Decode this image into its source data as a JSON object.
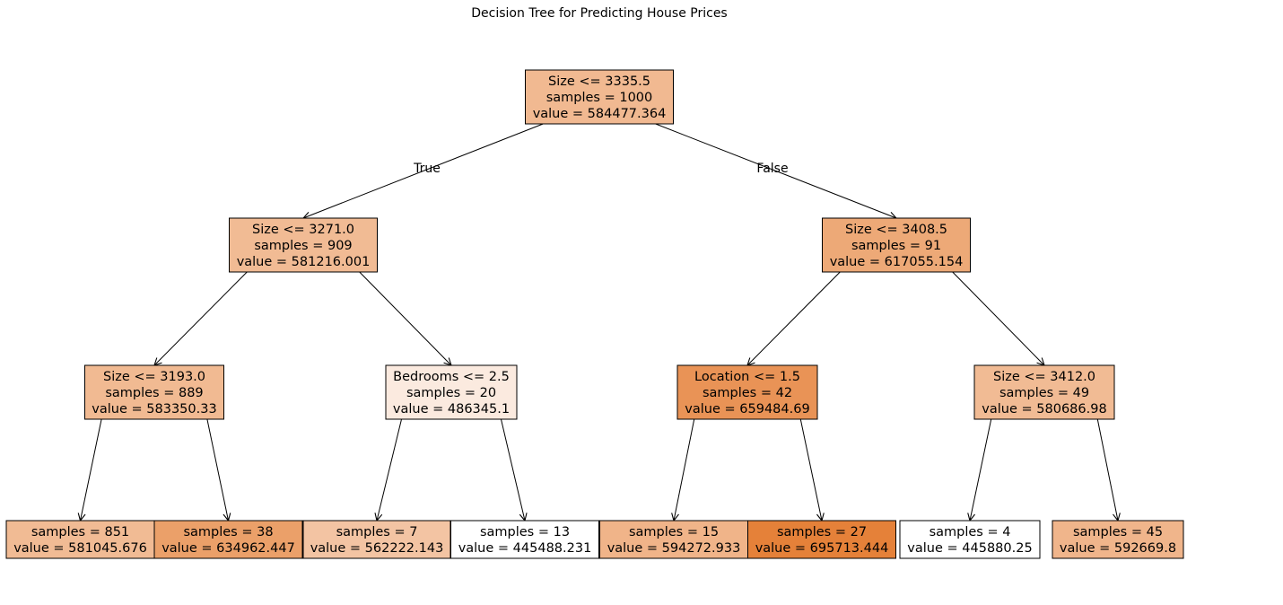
{
  "title": "Decision Tree for Predicting House Prices",
  "edge_labels": {
    "true": "True",
    "false": "False"
  },
  "colors": {
    "node_border": "#000000",
    "edge": "#000000",
    "fill_min": "#ffffff",
    "fill_max": "#e58139"
  },
  "nodes": [
    {
      "id": "n0",
      "lines": [
        "Size <= 3335.5",
        "samples = 1000",
        "value = 584477.364"
      ],
      "value": 584477.364
    },
    {
      "id": "n1",
      "lines": [
        "Size <= 3271.0",
        "samples = 909",
        "value = 581216.001"
      ],
      "value": 581216.001
    },
    {
      "id": "n2",
      "lines": [
        "Size <= 3408.5",
        "samples = 91",
        "value = 617055.154"
      ],
      "value": 617055.154
    },
    {
      "id": "n3",
      "lines": [
        "Size <= 3193.0",
        "samples = 889",
        "value = 583350.33"
      ],
      "value": 583350.33
    },
    {
      "id": "n4",
      "lines": [
        "Bedrooms <= 2.5",
        "samples = 20",
        "value = 486345.1"
      ],
      "value": 486345.1
    },
    {
      "id": "n5",
      "lines": [
        "Location <= 1.5",
        "samples = 42",
        "value = 659484.69"
      ],
      "value": 659484.69
    },
    {
      "id": "n6",
      "lines": [
        "Size <= 3412.0",
        "samples = 49",
        "value = 580686.98"
      ],
      "value": 580686.98
    },
    {
      "id": "n7",
      "lines": [
        "samples = 851",
        "value = 581045.676"
      ],
      "value": 581045.676
    },
    {
      "id": "n8",
      "lines": [
        "samples = 38",
        "value = 634962.447"
      ],
      "value": 634962.447
    },
    {
      "id": "n9",
      "lines": [
        "samples = 7",
        "value = 562222.143"
      ],
      "value": 562222.143
    },
    {
      "id": "n10",
      "lines": [
        "samples = 13",
        "value = 445488.231"
      ],
      "value": 445488.231
    },
    {
      "id": "n11",
      "lines": [
        "samples = 15",
        "value = 594272.933"
      ],
      "value": 594272.933
    },
    {
      "id": "n12",
      "lines": [
        "samples = 27",
        "value = 695713.444"
      ],
      "value": 695713.444
    },
    {
      "id": "n13",
      "lines": [
        "samples = 4",
        "value = 445880.25"
      ],
      "value": 445880.25
    },
    {
      "id": "n14",
      "lines": [
        "samples = 45",
        "value = 592669.8"
      ],
      "value": 592669.8
    }
  ],
  "edges": [
    {
      "from": "n0",
      "to": "n1"
    },
    {
      "from": "n0",
      "to": "n2"
    },
    {
      "from": "n1",
      "to": "n3"
    },
    {
      "from": "n1",
      "to": "n4"
    },
    {
      "from": "n2",
      "to": "n5"
    },
    {
      "from": "n2",
      "to": "n6"
    },
    {
      "from": "n3",
      "to": "n7"
    },
    {
      "from": "n3",
      "to": "n8"
    },
    {
      "from": "n4",
      "to": "n9"
    },
    {
      "from": "n4",
      "to": "n10"
    },
    {
      "from": "n5",
      "to": "n11"
    },
    {
      "from": "n5",
      "to": "n12"
    },
    {
      "from": "n6",
      "to": "n13"
    },
    {
      "from": "n6",
      "to": "n14"
    }
  ]
}
